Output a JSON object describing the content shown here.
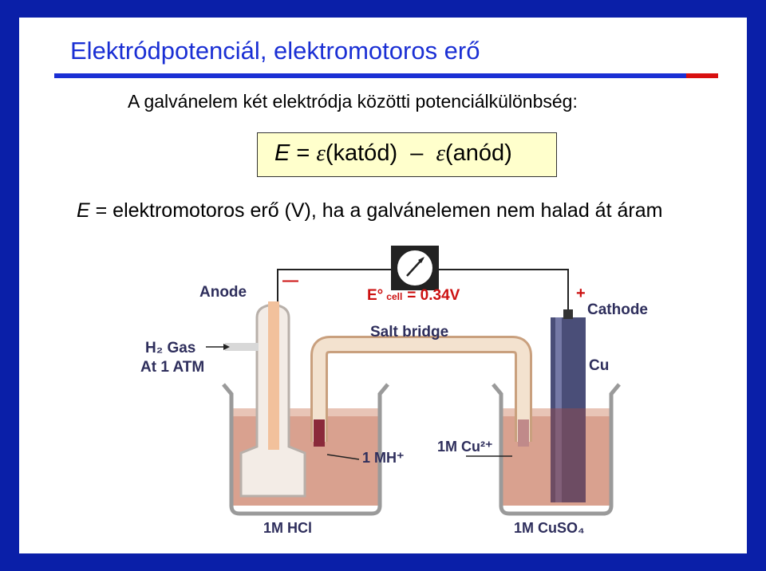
{
  "slide": {
    "title": "Elektródpotenciál, elektromotoros erő",
    "subtitle": "A galvánelem két elektródja közötti potenciálkülönbség:",
    "formula": {
      "lhs": "E",
      "eq": " = ",
      "eps1": "ε",
      "cathode": "(katód)",
      "minus": "  –  ",
      "eps2": "ε",
      "anode": "(anód)"
    },
    "definition": {
      "symbol": "E",
      "text": " = elektromotoros erő (V), ha a galvánelemen nem halad át áram"
    }
  },
  "diagram": {
    "anode_label": "Anode",
    "anode_sign": "—",
    "cathode_label": "Cathode",
    "cathode_sign": "+",
    "ecell_prefix": "E°",
    "ecell_sub": "cell",
    "ecell_value": "= 0.34V",
    "salt_bridge": "Salt bridge",
    "gas_line1": "H₂ Gas",
    "gas_line2": "At 1 ATM",
    "metal": "Cu",
    "ion_left": "1 MH⁺",
    "ion_right": "1M Cu²⁺",
    "solution_left": "1M HCl",
    "solution_right": "1M CuSO₄",
    "colors": {
      "solution": "#d9a18f",
      "glass": "#c8c8c8",
      "electrode_cu": "#4a4e78",
      "salt_bridge": "#f0d8c0",
      "wire": "#222222",
      "label": "#2e2e5c",
      "accent_red": "#cc1111"
    }
  }
}
